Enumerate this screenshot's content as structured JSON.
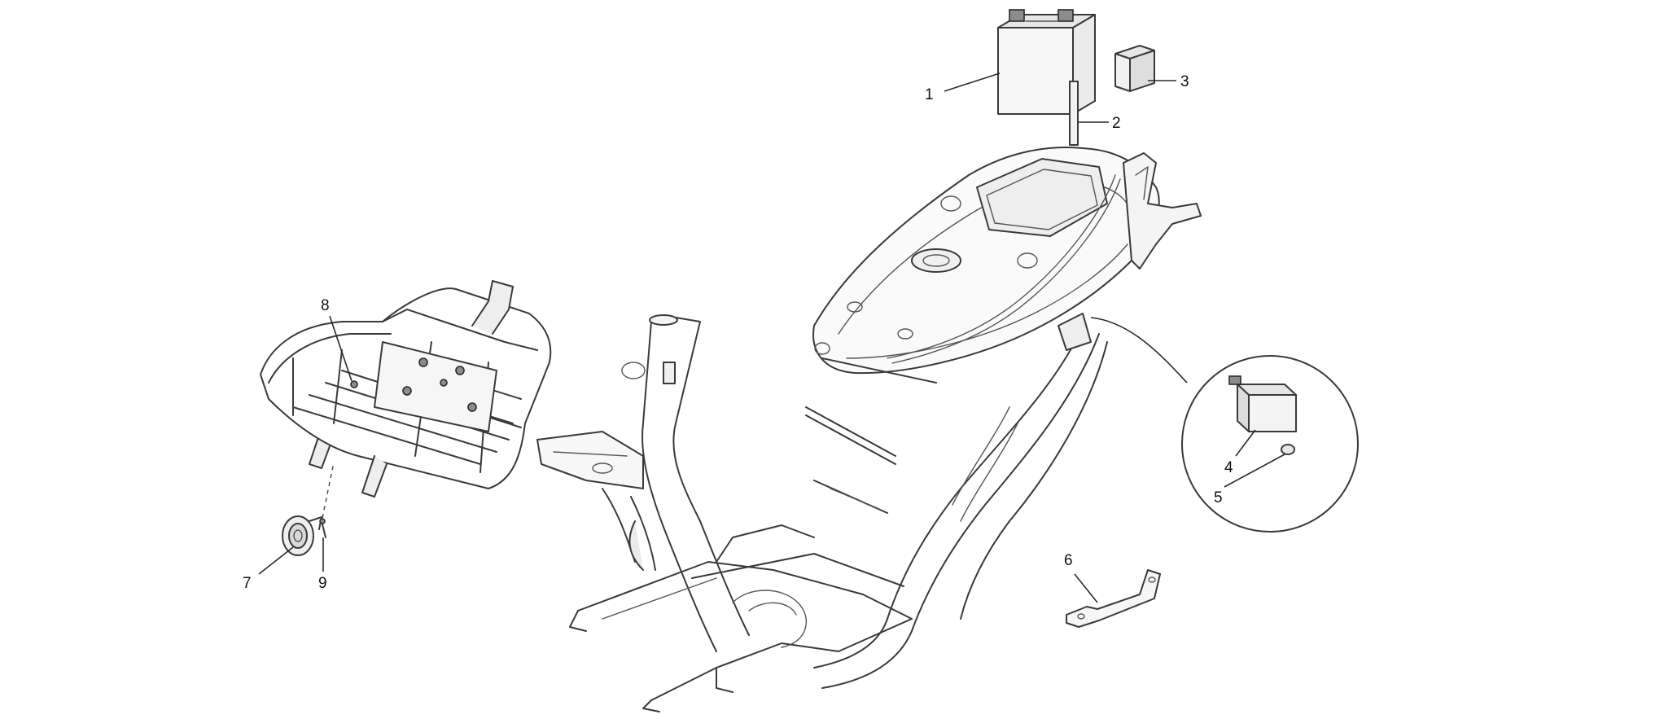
{
  "diagram": {
    "callouts": [
      {
        "id": "1",
        "text": "1"
      },
      {
        "id": "2",
        "text": "2"
      },
      {
        "id": "3",
        "text": "3"
      },
      {
        "id": "4",
        "text": "4"
      },
      {
        "id": "5",
        "text": "5"
      },
      {
        "id": "6",
        "text": "6"
      },
      {
        "id": "7",
        "text": "7"
      },
      {
        "id": "8",
        "text": "8"
      },
      {
        "id": "9",
        "text": "9"
      }
    ]
  }
}
